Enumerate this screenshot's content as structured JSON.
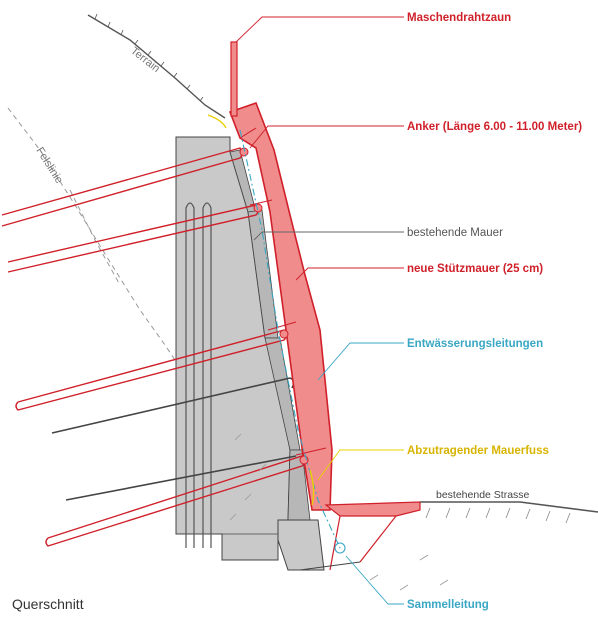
{
  "labels": {
    "fence": "Maschendrahtzaun",
    "anchor": "Anker (Länge 6.00 - 11.00 Meter)",
    "existing_wall": "bestehende Mauer",
    "new_wall": "neue Stützmauer (25 cm)",
    "drainage": "Entwässerungsleitungen",
    "wall_foot": "Abzutragender Mauerfuss",
    "collector": "Sammelleitung",
    "road": "bestehende Strasse",
    "terrain": "Terrain",
    "rock_line": "Felslinie"
  },
  "caption": "Querschnitt",
  "colors": {
    "new_wall": "#d0202a",
    "new_wall_fill": "#f08c8c",
    "existing_wall": "#c9c9c9",
    "drainage": "#3aa7c4",
    "wall_foot": "#e8d000",
    "outline": "#333333"
  }
}
